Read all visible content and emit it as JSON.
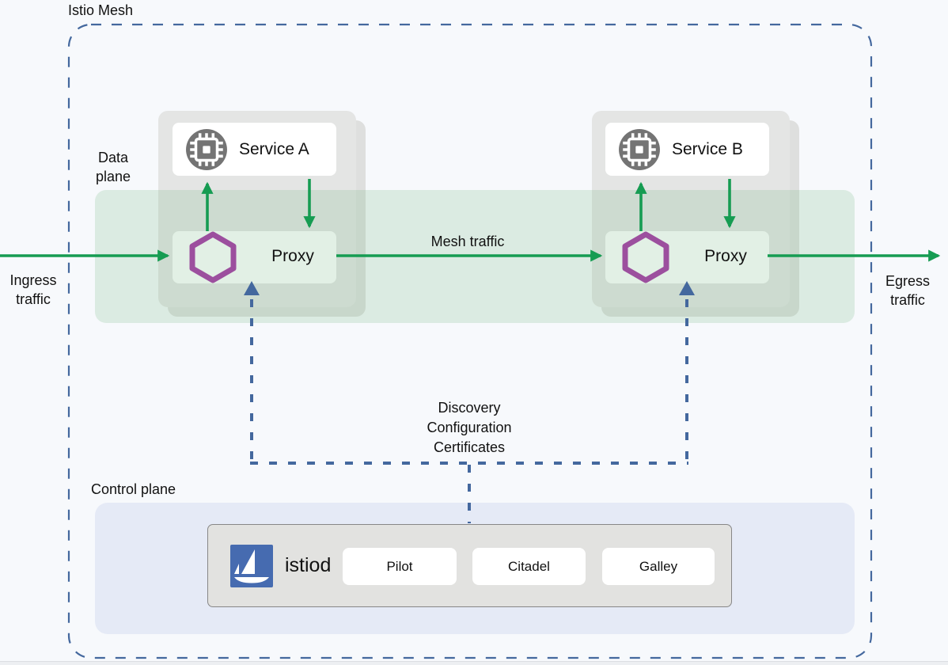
{
  "diagram": {
    "title": "Istio Mesh",
    "labels": {
      "data_plane": "Data plane",
      "control_plane": "Control plane",
      "ingress": "Ingress\ntraffic",
      "egress": "Egress\ntraffic",
      "mesh_traffic": "Mesh traffic",
      "discovery_lines": "Discovery\nConfiguration\nCertificates"
    },
    "services": [
      {
        "name": "Service A"
      },
      {
        "name": "Service B"
      }
    ],
    "proxies": [
      {
        "label": "Proxy"
      },
      {
        "label": "Proxy"
      }
    ],
    "istiod": {
      "label": "istiod",
      "components": [
        {
          "label": "Pilot"
        },
        {
          "label": "Citadel"
        },
        {
          "label": "Galley"
        }
      ]
    },
    "colors": {
      "traffic_arrow_green": "#169c52",
      "control_dashed_blue": "#44689e",
      "envoy_hexagon_purple": "#9c4f9e",
      "istio_logo_blue": "#466bb0",
      "pod_gray": "#e4e5e4",
      "band_green_tint": "rgba(124,185,138,0.22)",
      "control_panel_blue": "#e5eaf6",
      "service_icon_gray": "#747474"
    }
  }
}
